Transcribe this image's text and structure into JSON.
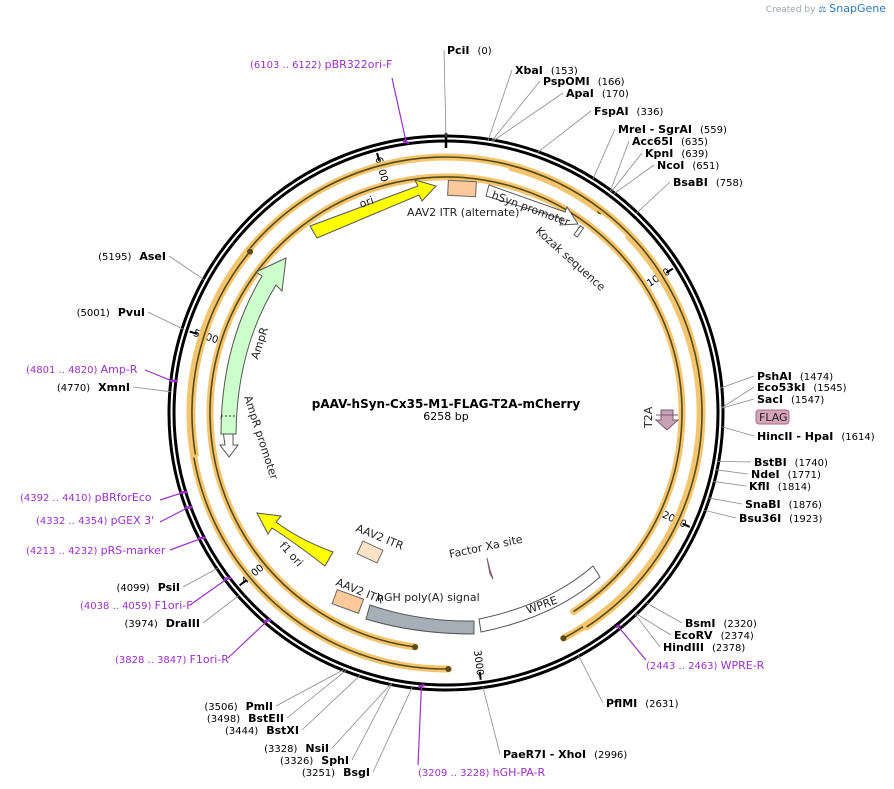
{
  "branding": {
    "created_by": "Created by",
    "product": "SnapGene"
  },
  "plasmid": {
    "name": "pAAV-hSyn-Cx35-M1-FLAG-T2A-mCherry",
    "length_label": "6258 bp",
    "length": 6258
  },
  "colors": {
    "ori": "#ffff00",
    "itr": "#fbc99a",
    "ampr": "#ccffcc",
    "polyA": "#a6aeb8",
    "wpre": "#ffffff",
    "flag": "#d7a3b9",
    "t2a": "#c7a2b5",
    "orf_glow": "#f3c56e",
    "primer": "#9b30c8"
  },
  "ticks": [
    {
      "pos": 1000,
      "label": "1000"
    },
    {
      "pos": 2000,
      "label": "2000"
    },
    {
      "pos": 3000,
      "label": "3000"
    },
    {
      "pos": 4000,
      "label": "4000"
    },
    {
      "pos": 5000,
      "label": "5000"
    },
    {
      "pos": 6000,
      "label": "6000"
    }
  ],
  "enzymes": [
    {
      "name": "PciI",
      "pos": "(0)",
      "site": 0
    },
    {
      "name": "XbaI",
      "pos": "(153)",
      "site": 153
    },
    {
      "name": "PspOMI",
      "pos": "(166)",
      "site": 166
    },
    {
      "name": "ApaI",
      "pos": "(170)",
      "site": 170
    },
    {
      "name": "FspAI",
      "pos": "(336)",
      "site": 336
    },
    {
      "name": "MreI  - SgrAI",
      "pos": "(559)",
      "site": 559
    },
    {
      "name": "Acc65I",
      "pos": "(635)",
      "site": 635
    },
    {
      "name": "KpnI",
      "pos": "(639)",
      "site": 639
    },
    {
      "name": "NcoI",
      "pos": "(651)",
      "site": 651
    },
    {
      "name": "BsaBI",
      "pos": "(758)",
      "site": 758
    },
    {
      "name": "PshAI",
      "pos": "(1474)",
      "site": 1474
    },
    {
      "name": "Eco53kI",
      "pos": "(1545)",
      "site": 1545
    },
    {
      "name": "SacI",
      "pos": "(1547)",
      "site": 1547
    },
    {
      "name": "HincII  - HpaI",
      "pos": "(1614)",
      "site": 1614
    },
    {
      "name": "BstBI",
      "pos": "(1740)",
      "site": 1740
    },
    {
      "name": "NdeI",
      "pos": "(1771)",
      "site": 1771
    },
    {
      "name": "KflI",
      "pos": "(1814)",
      "site": 1814
    },
    {
      "name": "SnaBI",
      "pos": "(1876)",
      "site": 1876
    },
    {
      "name": "Bsu36I",
      "pos": "(1923)",
      "site": 1923
    },
    {
      "name": "BsmI",
      "pos": "(2320)",
      "site": 2320
    },
    {
      "name": "EcoRV",
      "pos": "(2374)",
      "site": 2374
    },
    {
      "name": "HindIII",
      "pos": "(2378)",
      "site": 2378
    },
    {
      "name": "PflMI",
      "pos": "(2631)",
      "site": 2631
    },
    {
      "name": "PaeR7I  - XhoI",
      "pos": "(2996)",
      "site": 2996
    },
    {
      "name": "BsgI",
      "pos": "(3251)",
      "site": 3251
    },
    {
      "name": "SphI",
      "pos": "(3326)",
      "site": 3326
    },
    {
      "name": "NsiI",
      "pos": "(3328)",
      "site": 3328
    },
    {
      "name": "BstXI",
      "pos": "(3444)",
      "site": 3444
    },
    {
      "name": "BstEII",
      "pos": "(3498)",
      "site": 3498
    },
    {
      "name": "PmlI",
      "pos": "(3506)",
      "site": 3506
    },
    {
      "name": "DraIII",
      "pos": "(3974)",
      "site": 3974
    },
    {
      "name": "PsiI",
      "pos": "(4099)",
      "site": 4099
    },
    {
      "name": "XmnI",
      "pos": "(4770)",
      "site": 4770
    },
    {
      "name": "PvuI",
      "pos": "(5001)",
      "site": 5001
    },
    {
      "name": "AseI",
      "pos": "(5195)",
      "site": 5195
    }
  ],
  "primers": [
    {
      "name": "pBR322ori-F",
      "range": "(6103 .. 6122)",
      "site": 6112
    },
    {
      "name": "Amp-R",
      "range": "(4801 .. 4820)",
      "site": 4810
    },
    {
      "name": "pBRforEco",
      "range": "(4392 .. 4410)",
      "site": 4401
    },
    {
      "name": "pGEX 3'",
      "range": "(4332 .. 4354)",
      "site": 4343
    },
    {
      "name": "pRS-marker",
      "range": "(4213 .. 4232)",
      "site": 4222
    },
    {
      "name": "F1ori-F",
      "range": "(4038 .. 4059)",
      "site": 4048
    },
    {
      "name": "F1ori-R",
      "range": "(3828 .. 3847)",
      "site": 3837
    },
    {
      "name": "hGH-PA-R",
      "range": "(3209 .. 3228)",
      "site": 3218
    },
    {
      "name": "WPRE-R",
      "range": "(2443 .. 2463)",
      "site": 2453
    }
  ],
  "features": {
    "itr_top": "AAV2 ITR (alternate)",
    "hsyn": "hSyn promoter",
    "kozak": "Kozak sequence",
    "flag": "FLAG",
    "t2a": "T2A",
    "factor_xa": "Factor Xa site",
    "wpre": "WPRE",
    "hgh": "hGH poly(A) signal",
    "itr_1": "AAV2 ITR",
    "itr_2": "AAV2 ITR",
    "f1ori": "f1 ori",
    "ampr_promoter": "AmpR promoter",
    "ampr": "AmpR",
    "ori": "ori"
  }
}
